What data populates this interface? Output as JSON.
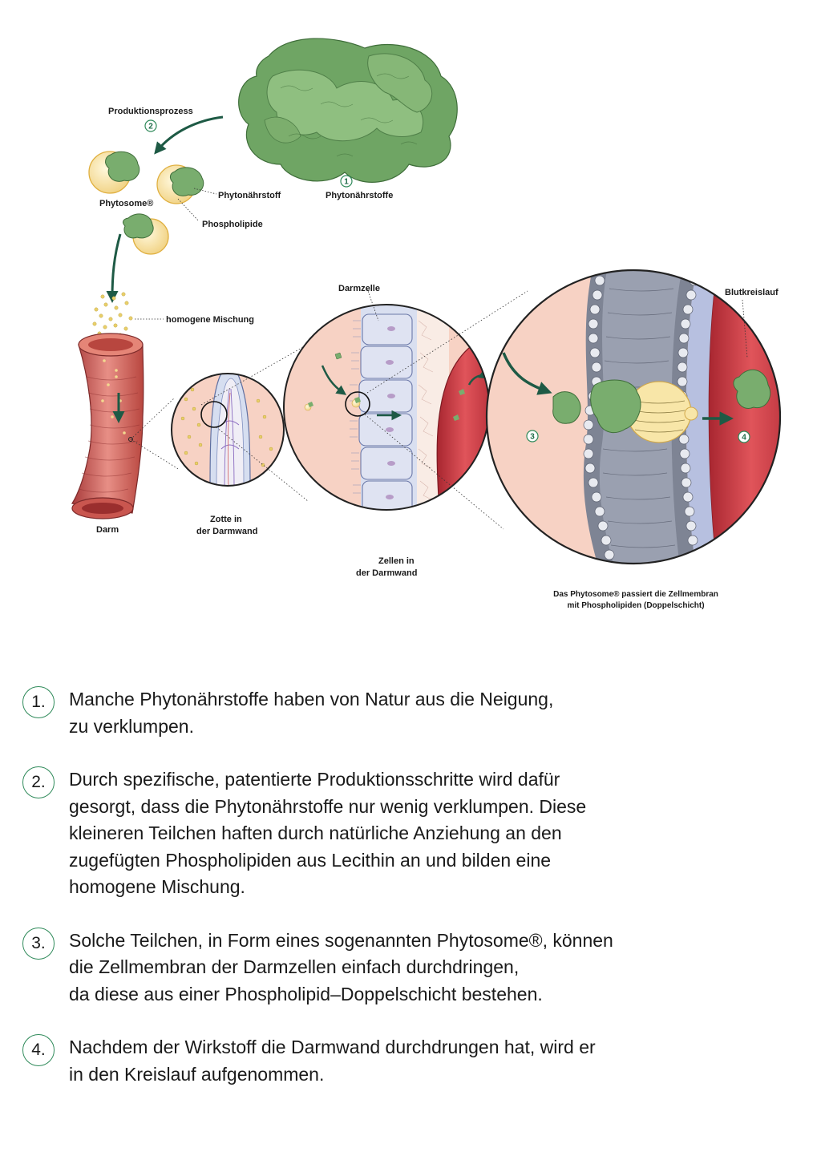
{
  "labels": {
    "produktionsprozess": "Produktionsprozess",
    "phytonaehrstoffe": "Phytonährstoffe",
    "phytosome": "Phytosome®",
    "phytonaehrstoff": "Phytonährstoff",
    "phospholipide": "Phospholipide",
    "homogene_mischung": "homogene Mischung",
    "darm": "Darm",
    "zotte_line1": "Zotte in",
    "zotte_line2": "der Darmwand",
    "darmzelle": "Darmzelle",
    "zellen_line1": "Zellen in",
    "zellen_line2": "der Darmwand",
    "blutkreislauf": "Blutkreislauf",
    "membran_line1": "Das Phytosome® passiert die Zellmembran",
    "membran_line2": "mit Phospholipiden (Doppelschicht)"
  },
  "markers": {
    "m1": "1",
    "m2": "2",
    "m3": "3",
    "m4": "4"
  },
  "colors": {
    "accent_green": "#2f8a5a",
    "arrow_green": "#1e5a45",
    "leaf_green": "#79ad6e",
    "vessel_red": "#c8323a",
    "tissue_pink": "#f6c9bb",
    "cell_blue": "#d9dff0"
  },
  "steps": [
    {
      "number": "1.",
      "lines": [
        "Manche Phytonährstoffe haben von Natur aus die Neigung,",
        "zu verklumpen."
      ]
    },
    {
      "number": "2.",
      "lines": [
        "Durch spezifische, patentierte Produktionsschritte wird dafür",
        "gesorgt, dass die Phytonährstoffe nur wenig verklumpen. Diese",
        "kleineren Teilchen haften durch natürliche Anziehung an den",
        "zugefügten Phospholipiden aus Lecithin an und bilden eine",
        "homogene Mischung."
      ]
    },
    {
      "number": "3.",
      "lines": [
        "Solche Teilchen, in Form eines sogenannten Phytosome®, können",
        "die Zellmembran der Darmzellen einfach durchdringen,",
        "da diese aus einer Phospholipid–Doppelschicht bestehen."
      ]
    },
    {
      "number": "4.",
      "lines": [
        "Nachdem der Wirkstoff die Darmwand durchdrungen hat, wird er",
        "in den Kreislauf aufgenommen."
      ]
    }
  ]
}
